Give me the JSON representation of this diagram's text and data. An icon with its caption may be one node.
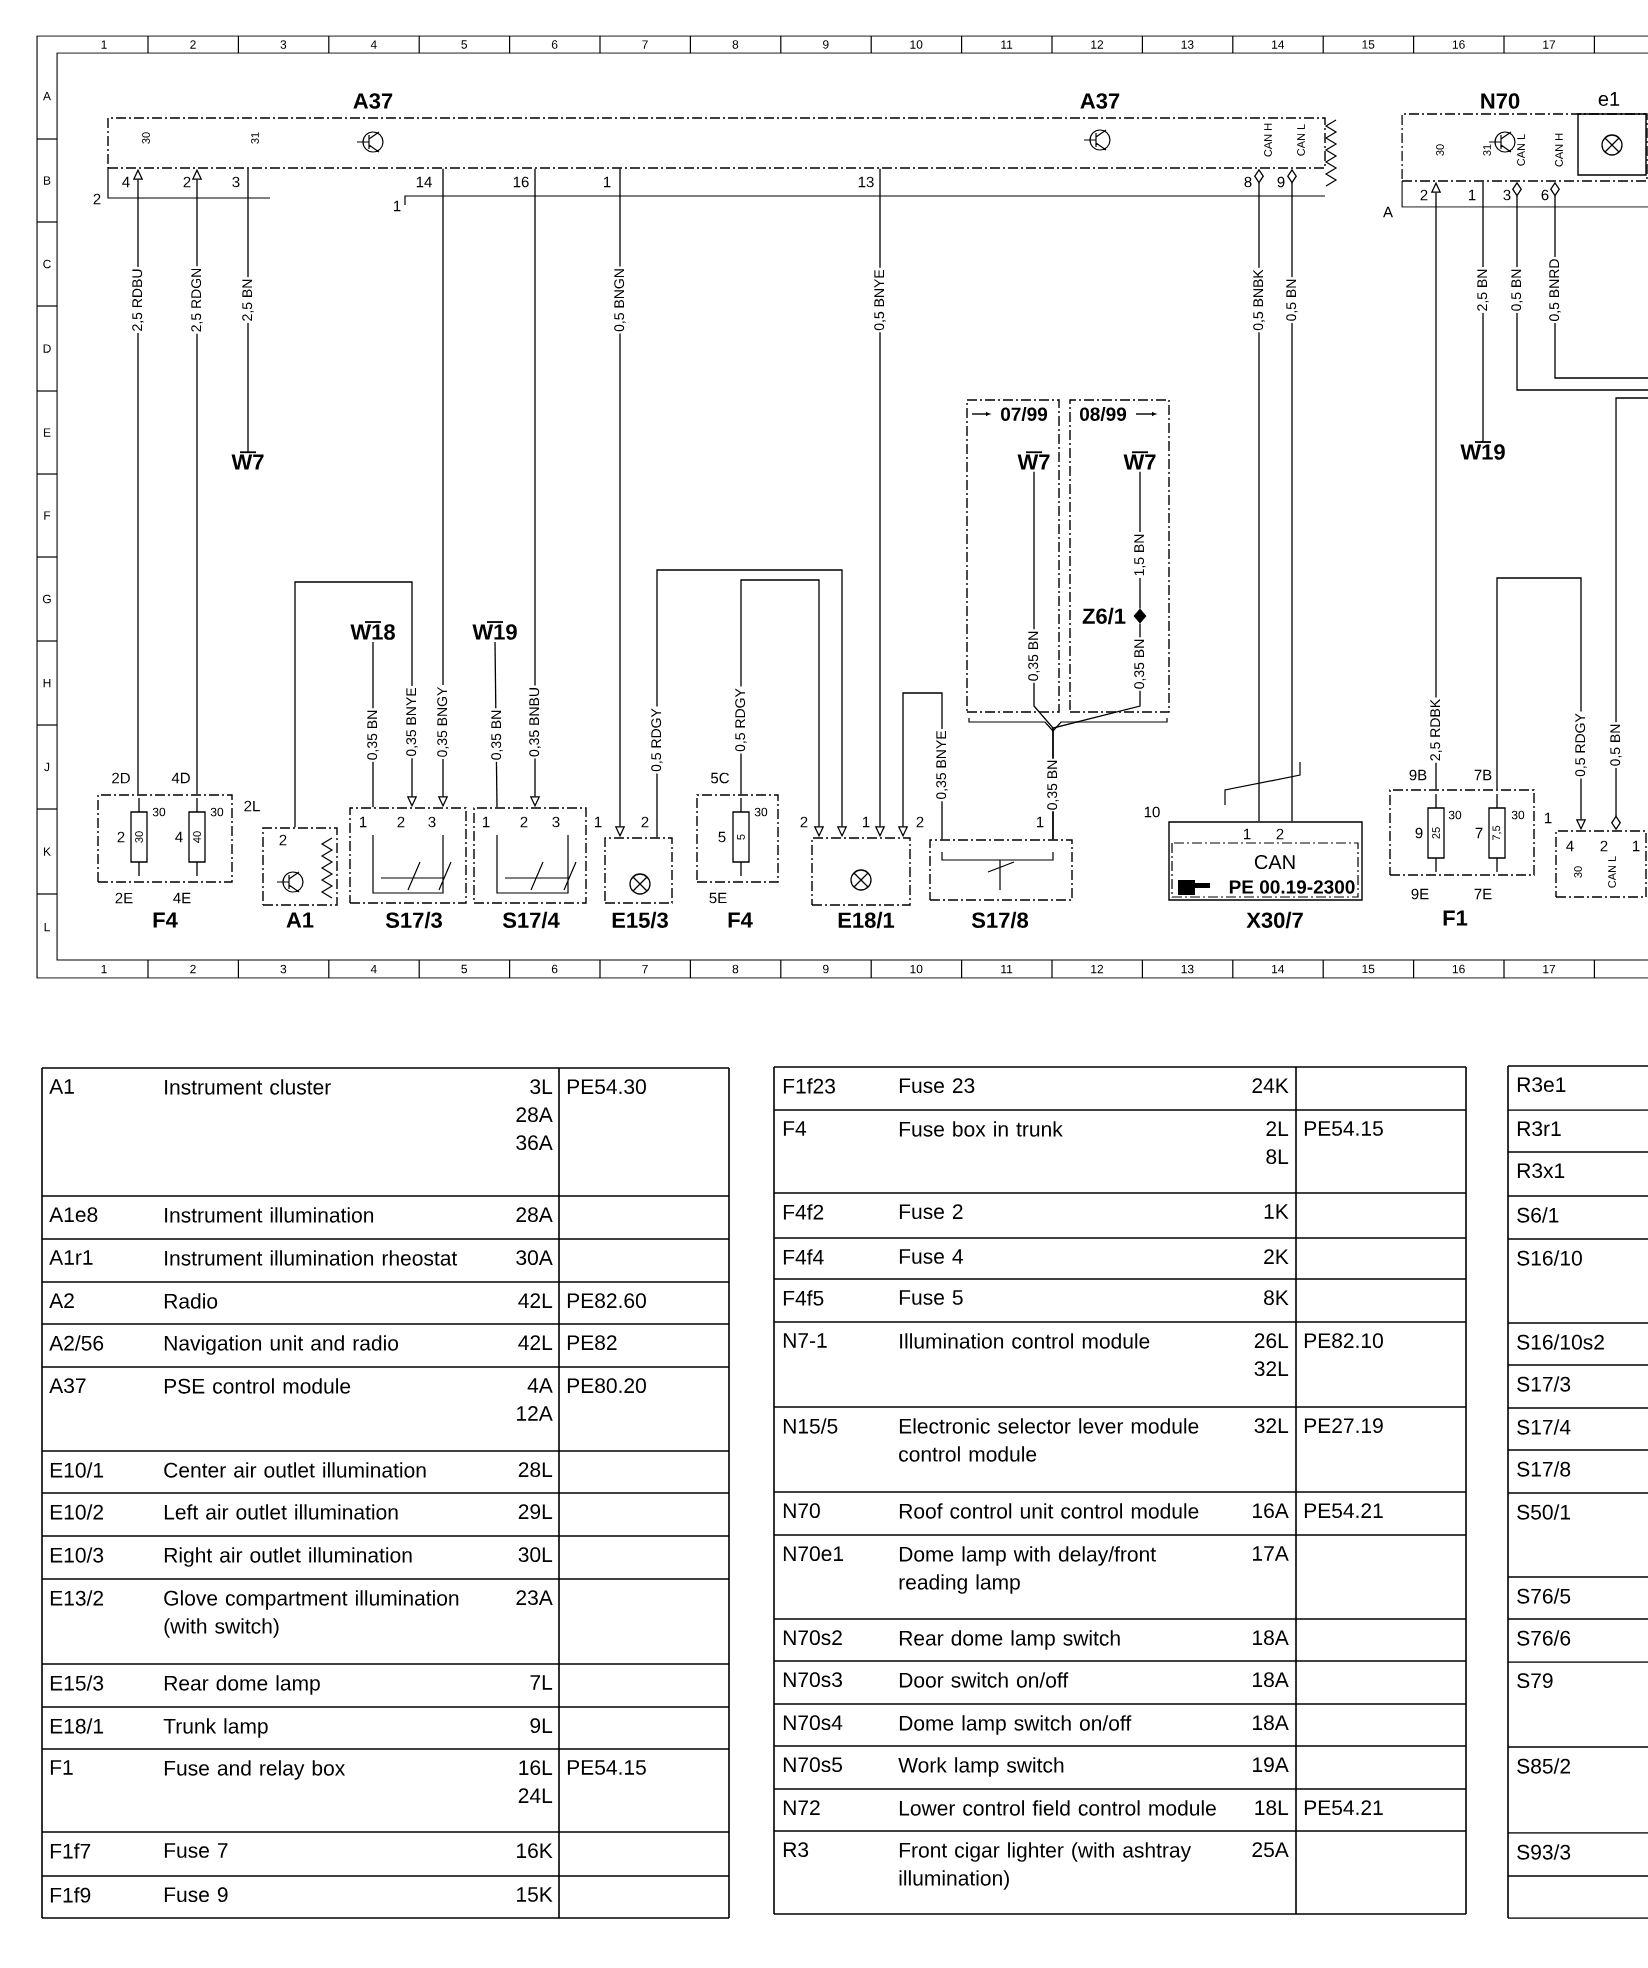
{
  "diagram": {
    "nodes": [
      {
        "text": [
          "A37",
          "A37"
        ]
      },
      {
        "text": [
          "F4"
        ]
      },
      {
        "text": [
          "W7"
        ]
      },
      {
        "text": [
          "A1"
        ]
      },
      {
        "text": [
          "W18"
        ]
      },
      {
        "text": [
          "S17/3"
        ]
      },
      {
        "text": [
          "W19"
        ]
      },
      {
        "text": [
          "S17/4"
        ]
      },
      {
        "text": [
          "E15/3"
        ]
      },
      {
        "text": [
          "F4"
        ]
      },
      {
        "text": [
          "E18/1"
        ]
      },
      {
        "text": [
          "07/99"
        ]
      },
      {
        "text": [
          "W7"
        ],
        "in": 11
      },
      {
        "text": [
          "08/99"
        ]
      },
      {
        "text": [
          "W7"
        ],
        "in": 13
      },
      {
        "text": [
          "Z6/1"
        ],
        "in": 13
      },
      {
        "text": [
          "S17/8"
        ]
      },
      {
        "text": [
          "CAN",
          "PE 00.19-2300",
          "X30/7"
        ]
      },
      {
        "text": [
          "N70"
        ]
      },
      {
        "text": [
          "e1"
        ],
        "in": 18
      },
      {
        "text": [
          "W19"
        ]
      },
      {
        "text": [
          "F1"
        ]
      },
      {
        "text": [],
        "shape": "box"
      }
    ],
    "edges": [
      {
        "from": 1,
        "to": 0,
        "arrow": "to",
        "label": "2,5 RDBU"
      },
      {
        "from": 1,
        "to": 0,
        "arrow": "to",
        "label": "2,5 RDGN"
      },
      {
        "from": 0,
        "to": 2,
        "arrow": "none",
        "label": "2,5 BN"
      },
      {
        "from": 0,
        "to": 5,
        "arrow": "to",
        "label": "0,35 BNGY"
      },
      {
        "from": 0,
        "to": 7,
        "arrow": "to",
        "label": "0,35 BNBU"
      },
      {
        "from": 0,
        "to": 8,
        "arrow": "to",
        "label": "0,5 BNGN"
      },
      {
        "from": 0,
        "to": 10,
        "arrow": "to",
        "label": "0,5 BNYE"
      },
      {
        "from": 0,
        "to": 17,
        "arrow": "other",
        "label": "0,5 BNBK"
      },
      {
        "from": 0,
        "to": 17,
        "arrow": "other",
        "label": "0,5 BN"
      },
      {
        "from": 4,
        "to": 5,
        "arrow": "none",
        "label": "0,35 BN"
      },
      {
        "from": 6,
        "to": 7,
        "arrow": "none",
        "label": "0,35 BN"
      },
      {
        "from": 3,
        "to": 5,
        "arrow": "to",
        "label": "0,35 BNYE"
      },
      {
        "from": 8,
        "to": 10,
        "arrow": "to",
        "label": "0,5 RDGY"
      },
      {
        "from": 9,
        "to": 10,
        "arrow": "to",
        "label": "0,5 RDGY"
      },
      {
        "from": 16,
        "to": 10,
        "arrow": "to",
        "label": "0,35 BNYE"
      },
      {
        "from": 12,
        "to": 16,
        "arrow": "none",
        "label": "0,35 BN"
      },
      {
        "from": 15,
        "to": 16,
        "arrow": "none",
        "label": "0,35 BN"
      },
      {
        "from": 14,
        "to": 15,
        "arrow": "none",
        "label": "1,5 BN"
      },
      {
        "from": 21,
        "to": 18,
        "arrow": "to",
        "label": "2,5 RDBK"
      },
      {
        "from": 18,
        "to": 20,
        "arrow": "none",
        "label": "2,5 BN"
      },
      {
        "from": 18,
        "to": null,
        "arrow": "other",
        "label": "0,5 BN"
      },
      {
        "from": 18,
        "to": null,
        "arrow": "other",
        "label": "0,5 BNRD"
      },
      {
        "from": 21,
        "to": 22,
        "arrow": "to",
        "label": "0,5 RDGY"
      },
      {
        "from": 22,
        "to": null,
        "arrow": "other",
        "label": "0,5 BN"
      }
    ],
    "labels": [
      "1",
      "2",
      "3",
      "4",
      "5",
      "6",
      "7",
      "8",
      "9",
      "10",
      "11",
      "12",
      "13",
      "14",
      "15",
      "16",
      "17",
      "1",
      "2",
      "3",
      "4",
      "5",
      "6",
      "7",
      "8",
      "9",
      "10",
      "11",
      "12",
      "13",
      "14",
      "15",
      "16",
      "17",
      "A",
      "B",
      "C",
      "D",
      "E",
      "F",
      "G",
      "H",
      "J",
      "K",
      "L",
      "30",
      "31",
      "4",
      "2",
      "3",
      "2",
      "1",
      "14",
      "16",
      "1",
      "13",
      "CAN H",
      "CAN L",
      "8",
      "9",
      "2D",
      "4D",
      "2L",
      "2",
      "30",
      "30",
      "4",
      "40",
      "30",
      "2E",
      "4E",
      "2",
      "1",
      "2",
      "3",
      "1",
      "2",
      "3",
      "1",
      "2",
      "5C",
      "5",
      "5",
      "30",
      "5E",
      "2",
      "1",
      "2",
      "1",
      "10",
      "1",
      "2",
      "0,35 BN",
      "9B",
      "7B",
      "9",
      "25",
      "30",
      "7",
      "7,5",
      "30",
      "9E",
      "7E",
      "A",
      "30",
      "31",
      "CAN L",
      "CAN H",
      "2",
      "1",
      "3",
      "6",
      "1",
      "4",
      "2",
      "1",
      "30",
      "CAN L",
      "A1",
      "Instrument cluster",
      "3L 28A 36A",
      "PE54.30",
      "A1e8",
      "Instrument illumination",
      "28A",
      "A1r1",
      "Instrument illumination rheostat",
      "30A",
      "A2",
      "Radio",
      "42L",
      "PE82.60",
      "A2/56",
      "Navigation unit and radio",
      "42L",
      "PE82",
      "A37",
      "PSE control module",
      "4A 12A",
      "PE80.20",
      "E10/1",
      "Center air outlet illumination",
      "28L",
      "E10/2",
      "Left air outlet illumination",
      "29L",
      "E10/3",
      "Right air outlet illumination",
      "30L",
      "E13/2",
      "Glove compartment illumination (with switch)",
      "23A",
      "E15/3",
      "Rear dome lamp",
      "7L",
      "E18/1",
      "Trunk lamp",
      "9L",
      "F1",
      "Fuse and relay box",
      "16L 24L",
      "PE54.15",
      "F1f7",
      "Fuse 7",
      "16K",
      "F1f9",
      "Fuse 9",
      "15K",
      "F1f23",
      "Fuse 23",
      "24K",
      "F4",
      "Fuse box in trunk",
      "2L 8L",
      "PE54.15",
      "F4f2",
      "Fuse 2",
      "1K",
      "F4f4",
      "Fuse 4",
      "2K",
      "F4f5",
      "Fuse 5",
      "8K",
      "N7-1",
      "Illumination control module",
      "26L 32L",
      "PE82.10",
      "N15/5",
      "Electronic selector lever module control module",
      "32L",
      "PE27.19",
      "N70",
      "Roof control unit control module",
      "16A",
      "PE54.21",
      "N70e1",
      "Dome lamp with delay/front reading lamp",
      "17A",
      "N70s2",
      "Rear dome lamp switch",
      "18A",
      "N70s3",
      "Door switch on/off",
      "18A",
      "N70s4",
      "Dome lamp switch on/off",
      "18A",
      "N70s5",
      "Work lamp switch",
      "19A",
      "N72",
      "Lower control field control module",
      "18L",
      "PE54.21",
      "R3",
      "Front cigar lighter (with ashtray illumination)",
      "25A",
      "R3e1",
      "R3r1",
      "R3x1",
      "S6/1",
      "S16/10",
      "S16/10s2",
      "S17/3",
      "S17/4",
      "S17/8",
      "S50/1",
      "S76/5",
      "S76/6",
      "S79",
      "S85/2",
      "S93/3"
    ]
  }
}
